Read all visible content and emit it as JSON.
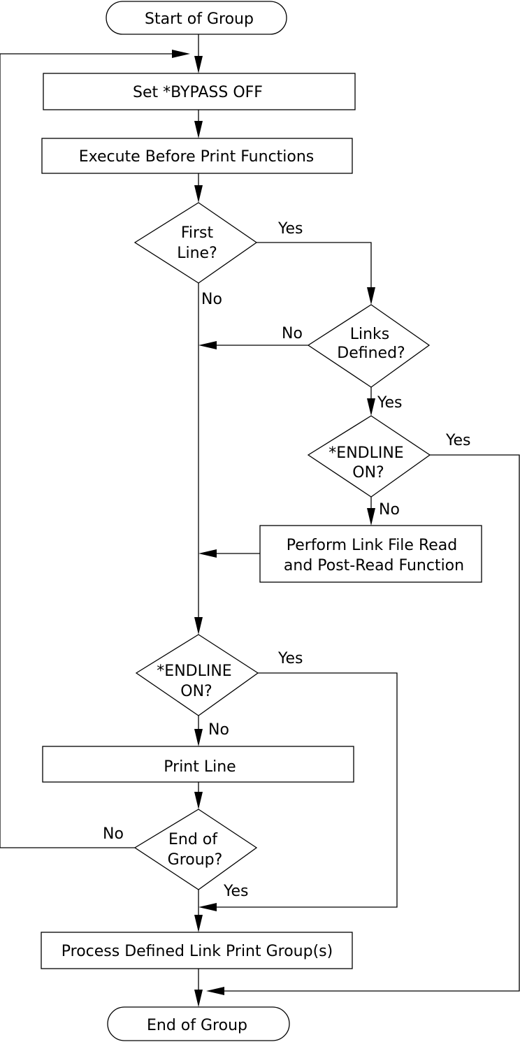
{
  "diagram": {
    "nodes": {
      "start": "Start of Group",
      "bypass": "Set *BYPASS OFF",
      "before_print": "Execute Before Print Functions",
      "first_line": [
        "First",
        "Line?"
      ],
      "links_defined": [
        "Links",
        "Defined?"
      ],
      "endline_upper": [
        "*ENDLINE",
        "ON?"
      ],
      "link_read": [
        "Perform Link File Read",
        "and Post-Read Function"
      ],
      "endline_lower": [
        "*ENDLINE",
        "ON?"
      ],
      "print_line": "Print Line",
      "end_of_group_q": [
        "End of",
        "Group?"
      ],
      "process_links": "Process Defined Link Print Group(s)",
      "end": "End of Group"
    },
    "edge_labels": {
      "first_line_yes": "Yes",
      "first_line_no": "No",
      "links_defined_no": "No",
      "links_defined_yes": "Yes",
      "endline_upper_yes": "Yes",
      "endline_upper_no": "No",
      "endline_lower_yes": "Yes",
      "endline_lower_no": "No",
      "end_of_group_no": "No",
      "end_of_group_yes": "Yes"
    }
  }
}
